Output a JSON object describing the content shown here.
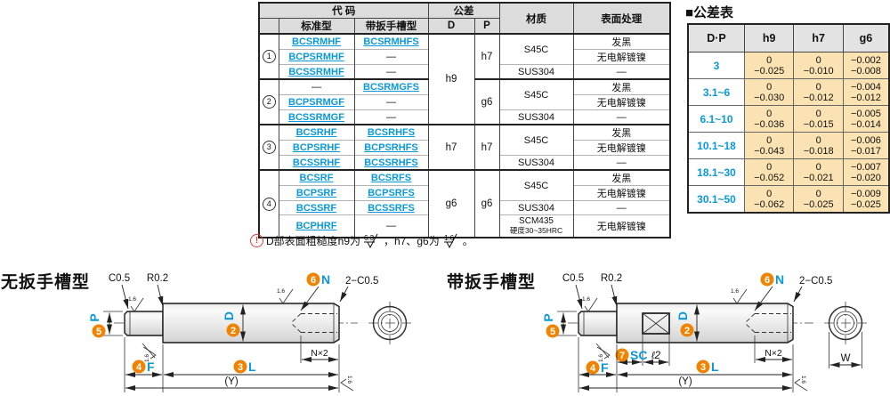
{
  "main_table": {
    "header": {
      "code": "代 码",
      "standard": "标准型",
      "wrench": "带扳手槽型",
      "tolerance": "公差",
      "d": "D",
      "p": "P",
      "material": "材质",
      "surface": "表面处理"
    },
    "groups": [
      {
        "no": "1",
        "d": "h9",
        "p": "h7",
        "rows": [
          [
            "BCSRMHF",
            "BCSRMHFS"
          ],
          [
            "BCPSRMHF",
            "—"
          ],
          [
            "BCSSRMHF",
            "—"
          ]
        ],
        "materials": [
          "S45C",
          "SUS304"
        ],
        "surface": [
          "发黑",
          "无电解镀镍",
          "—"
        ]
      },
      {
        "no": "2",
        "p": "g6",
        "rows": [
          [
            "—",
            "BCSRMGFS"
          ],
          [
            "BCPSRMGF",
            "—"
          ],
          [
            "BCSSRMGF",
            "—"
          ]
        ],
        "materials": [
          "S45C",
          "SUS304"
        ],
        "surface": [
          "发黑",
          "无电解镀镍",
          "—"
        ]
      },
      {
        "no": "3",
        "d": "h7",
        "p": "h7",
        "rows": [
          [
            "BCSRHF",
            "BCSRHFS"
          ],
          [
            "BCPSRHF",
            "BCPSRHFS"
          ],
          [
            "BCSSRHF",
            "BCSSRHFS"
          ]
        ],
        "materials": [
          "S45C",
          "SUS304"
        ],
        "surface": [
          "发黑",
          "无电解镀镍",
          "—"
        ]
      },
      {
        "no": "4",
        "d": "g6",
        "p": "g6",
        "rows": [
          [
            "BCSRF",
            "BCSRFS"
          ],
          [
            "BCPSRF",
            "BCPSRFS"
          ],
          [
            "BCSSRF",
            "BCSSRFS"
          ],
          [
            "BCPHRF",
            "—"
          ]
        ],
        "materials": [
          "S45C",
          "SUS304",
          "SCM435",
          "硬度30~35HRC"
        ],
        "surface": [
          "发黑",
          "无电解镀镍",
          "—",
          "无电解镀镍"
        ]
      }
    ]
  },
  "tol_table": {
    "title": "■公差表",
    "header": [
      "D·P",
      "h9",
      "h7",
      "g6"
    ],
    "rows": [
      {
        "range": "3",
        "h9": [
          "0",
          "−0.025"
        ],
        "h7": [
          "0",
          "−0.010"
        ],
        "g6": [
          "−0.002",
          "−0.008"
        ]
      },
      {
        "range": "3.1~6",
        "h9": [
          "0",
          "−0.030"
        ],
        "h7": [
          "0",
          "−0.012"
        ],
        "g6": [
          "−0.004",
          "−0.012"
        ]
      },
      {
        "range": "6.1~10",
        "h9": [
          "0",
          "−0.036"
        ],
        "h7": [
          "0",
          "−0.015"
        ],
        "g6": [
          "−0.005",
          "−0.014"
        ]
      },
      {
        "range": "10.1~18",
        "h9": [
          "0",
          "−0.043"
        ],
        "h7": [
          "0",
          "−0.018"
        ],
        "g6": [
          "−0.006",
          "−0.017"
        ]
      },
      {
        "range": "18.1~30",
        "h9": [
          "0",
          "−0.052"
        ],
        "h7": [
          "0",
          "−0.021"
        ],
        "g6": [
          "−0.007",
          "−0.020"
        ]
      },
      {
        "range": "30.1~50",
        "h9": [
          "0",
          "−0.062"
        ],
        "h7": [
          "0",
          "−0.025"
        ],
        "g6": [
          "−0.009",
          "−0.025"
        ]
      }
    ]
  },
  "note": {
    "icon": "!",
    "t1": "D部表面粗糙度h9为",
    "r1": "6.3",
    "t2": "，h7、g6为",
    "r2": "1.6",
    "t3": "。"
  },
  "drawing": {
    "left_title": "无扳手槽型",
    "right_title": "带扳手槽型",
    "chamfer": "C0.5",
    "fillet": "R0.2",
    "roughness": "1.6",
    "end_chamfer": "2−C0.5",
    "thread_depth": "N×2",
    "labels": {
      "p_no": "5",
      "p": "P",
      "d_no": "2",
      "d": "D",
      "n_no": "6",
      "n": "N",
      "f_no": "4",
      "f": "F",
      "l_no": "3",
      "l": "L",
      "y": "(Y)",
      "sc_no": "7",
      "sc": "SC",
      "l2": "ℓ2",
      "w": "W"
    }
  },
  "colors": {
    "accent_blue": "#0999da",
    "accent_orange": "#f08300",
    "tol_cell": "#fbe2b3",
    "warn_red": "#e03c36"
  }
}
